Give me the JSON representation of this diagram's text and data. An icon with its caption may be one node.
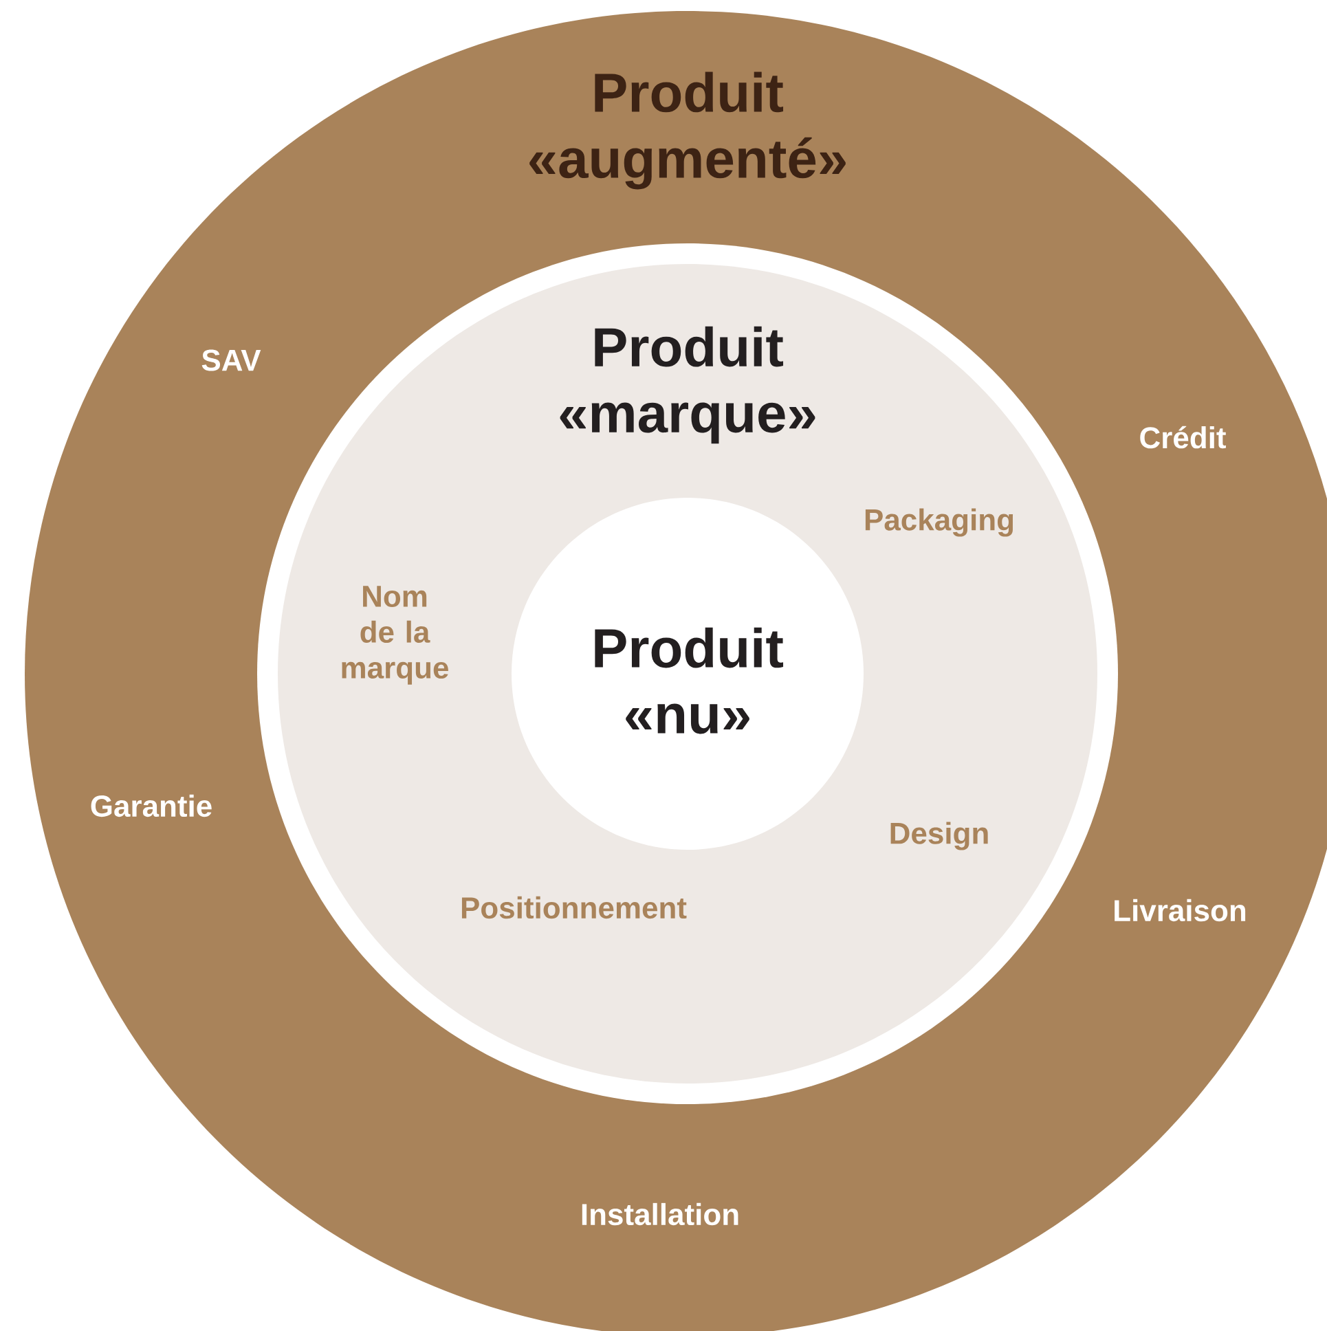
{
  "diagram": {
    "nodes": [
      {
        "text": [
          "Produit «augmenté»",
          "SAV",
          "Crédit",
          "Garantie",
          "Livraison",
          "Installation"
        ]
      },
      {
        "text": [
          "Produit «marque»",
          "Packaging",
          "Nom de la marque",
          "Design",
          "Positionnement"
        ],
        "in": 0
      },
      {
        "text": [
          "Produit «nu»"
        ],
        "in": 1
      }
    ]
  }
}
